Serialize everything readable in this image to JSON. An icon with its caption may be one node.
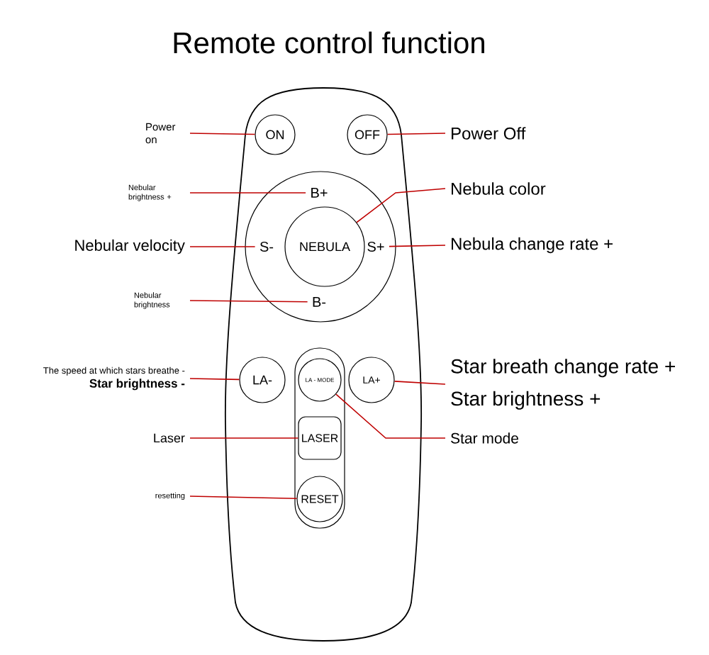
{
  "diagram": {
    "title": "Remote control function",
    "nodes": [
      {
        "text": [
          "ON"
        ]
      },
      {
        "text": [
          "OFF"
        ]
      },
      {
        "text": [],
        "shape": "circle"
      },
      {
        "text": [
          "B+"
        ],
        "in": 2
      },
      {
        "text": [
          "S-"
        ],
        "in": 2
      },
      {
        "text": [
          "NEBULA"
        ],
        "in": 2
      },
      {
        "text": [
          "S+"
        ],
        "in": 2
      },
      {
        "text": [
          "B-"
        ],
        "in": 2
      },
      {
        "text": [
          "LA-"
        ]
      },
      {
        "text": [],
        "shape": "box"
      },
      {
        "text": [
          "LA - MODE"
        ],
        "in": 9
      },
      {
        "text": [
          "LASER"
        ],
        "in": 9
      },
      {
        "text": [
          "RESET"
        ],
        "in": 9
      },
      {
        "text": [
          "LA+"
        ]
      },
      {
        "text": [
          "Power on"
        ]
      },
      {
        "text": [
          "Power Off"
        ]
      },
      {
        "text": [
          "Nebular brightness +"
        ]
      },
      {
        "text": [
          "Nebula color"
        ]
      },
      {
        "text": [
          "Nebular velocity"
        ]
      },
      {
        "text": [
          "Nebula change rate +"
        ]
      },
      {
        "text": [
          "Nebular brightness"
        ]
      },
      {
        "text": [
          "The speed at which stars breathe -",
          "Star brightness -"
        ]
      },
      {
        "text": [
          "Star breath change rate +",
          "Star brightness +"
        ]
      },
      {
        "text": [
          "Laser"
        ]
      },
      {
        "text": [
          "Star mode"
        ]
      },
      {
        "text": [
          "resetting"
        ]
      }
    ],
    "edges": [
      {
        "from": 14,
        "to": 0,
        "arrow": "none"
      },
      {
        "from": 15,
        "to": 1,
        "arrow": "none"
      },
      {
        "from": 16,
        "to": 3,
        "arrow": "none"
      },
      {
        "from": 17,
        "to": 5,
        "arrow": "none"
      },
      {
        "from": 18,
        "to": 4,
        "arrow": "none"
      },
      {
        "from": 19,
        "to": 6,
        "arrow": "none"
      },
      {
        "from": 20,
        "to": 7,
        "arrow": "none"
      },
      {
        "from": 21,
        "to": 8,
        "arrow": "none"
      },
      {
        "from": 22,
        "to": 13,
        "arrow": "none"
      },
      {
        "from": 23,
        "to": 11,
        "arrow": "none"
      },
      {
        "from": 24,
        "to": 10,
        "arrow": "none"
      },
      {
        "from": 25,
        "to": 12,
        "arrow": "none"
      }
    ]
  }
}
